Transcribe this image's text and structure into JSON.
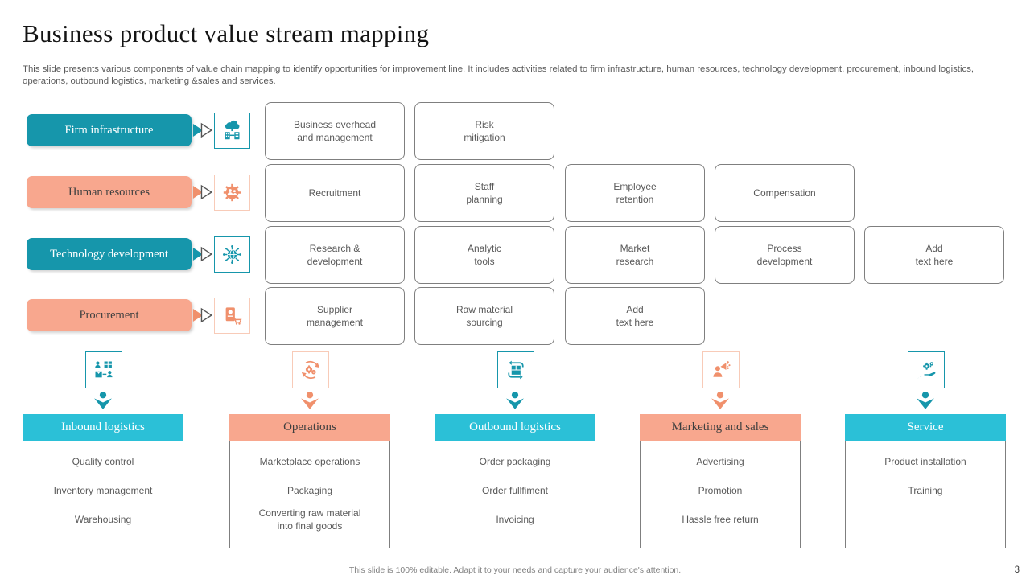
{
  "slide": {
    "title": "Business product value stream mapping",
    "description": "This slide presents various components of value chain mapping  to identify  opportunities for improvement line. It includes activities related to firm infrastructure, human resources, technology development, procurement, inbound logistics, operations, outbound logistics, marketing &sales and services.",
    "footer": "This slide is 100% editable.  Adapt it to your needs and capture your audience's attention.",
    "page_number": "3"
  },
  "colors": {
    "teal": "#1696AB",
    "cyan": "#2BC0D7",
    "salmon": "#F8A78E",
    "salmon_icon": "#F0906C",
    "box_border": "#7F7F7F",
    "body_text": "#595959"
  },
  "support_rows": [
    {
      "label": "Firm infrastructure",
      "icon": "firm-infrastructure-icon",
      "color": "teal",
      "activities": [
        "Business overhead\nand  management",
        "Risk\nmitigation"
      ]
    },
    {
      "label": "Human  resources",
      "icon": "human-resources-icon",
      "color": "salmon",
      "activities": [
        "Recruitment",
        "Staff\nplanning",
        "Employee\nretention",
        "Compensation"
      ]
    },
    {
      "label": "Technology  development",
      "icon": "technology-development-icon",
      "color": "teal",
      "activities": [
        "Research &\ndevelopment",
        "Analytic\ntools",
        "Market\nresearch",
        "Process\ndevelopment",
        "Add\ntext here"
      ]
    },
    {
      "label": "Procurement",
      "icon": "procurement-icon",
      "color": "salmon",
      "activities": [
        "Supplier\nmanagement",
        "Raw material\nsourcing",
        "Add\ntext here"
      ]
    }
  ],
  "primary_columns": [
    {
      "header": "Inbound logistics",
      "icon": "inbound-logistics-icon",
      "color": "cyan",
      "items": [
        "Quality control",
        "Inventory  management",
        "Warehousing"
      ]
    },
    {
      "header": "Operations",
      "icon": "operations-icon",
      "color": "salmon",
      "items": [
        "Marketplace operations",
        "Packaging",
        "Converting  raw material\ninto final goods"
      ]
    },
    {
      "header": "Outbound logistics",
      "icon": "outbound-logistics-icon",
      "color": "cyan",
      "items": [
        "Order  packaging",
        "Order  fullfiment",
        "Invoicing"
      ]
    },
    {
      "header": "Marketing  and sales",
      "icon": "marketing-sales-icon",
      "color": "salmon",
      "items": [
        "Advertising",
        "Promotion",
        "Hassle free  return"
      ]
    },
    {
      "header": "Service",
      "icon": "service-icon",
      "color": "cyan",
      "items": [
        "Product installation",
        "Training"
      ]
    }
  ]
}
